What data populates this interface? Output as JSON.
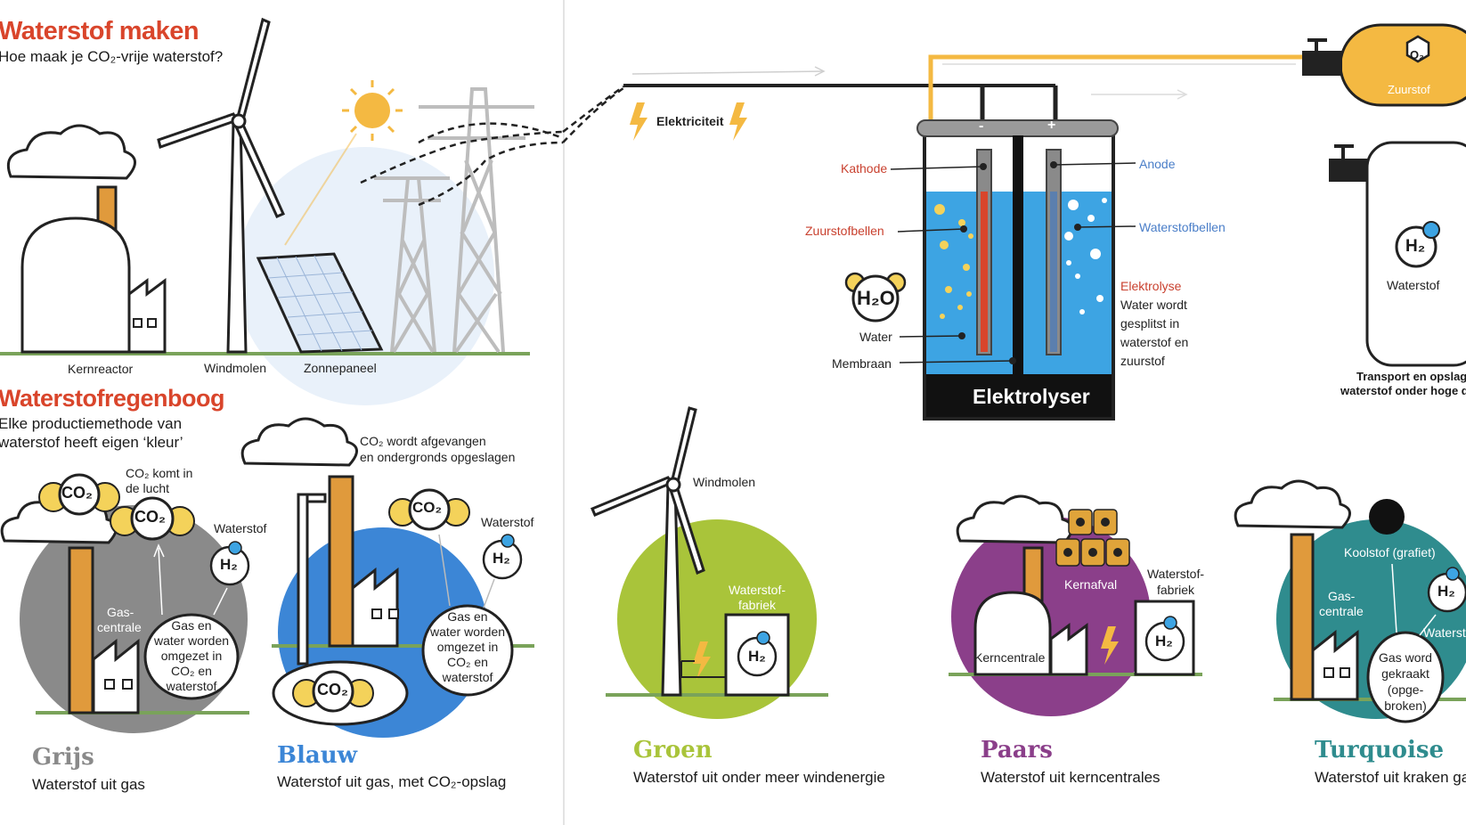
{
  "header": {
    "title": "Waterstof maken",
    "subtitle": "Hoe maak je CO₂-vrije waterstof?"
  },
  "sources": {
    "kernreactor": "Kernreactor",
    "windmolen": "Windmolen",
    "zonnepaneel": "Zonnepaneel"
  },
  "electricity_label": "Elektriciteit",
  "electrolyser": {
    "name": "Elektrolyser",
    "minus": "-",
    "plus": "+",
    "kathode": "Kathode",
    "anode": "Anode",
    "zuurstofbellen": "Zuurstofbellen",
    "waterstofbellen": "Waterstofbellen",
    "water": "Water",
    "membraan": "Membraan",
    "h2o": "H₂O",
    "elektrolyse_title": "Elektrolyse",
    "elektrolyse_text": [
      "Water wordt",
      "gesplitst in",
      "waterstof en",
      "zuurstof"
    ]
  },
  "oxygen_tank": {
    "formula": "O₂",
    "label": "Zuurstof"
  },
  "hydrogen_tank": {
    "formula": "H₂",
    "label": "Waterstof",
    "caption_1": "Transport en opslag",
    "caption_2": "waterstof onder hoge d"
  },
  "rainbow": {
    "title": "Waterstofregenboog",
    "intro_1": "Elke productiemethode van",
    "intro_2": "waterstof heeft eigen ‘kleur’",
    "colors": [
      {
        "name": "Grijs",
        "color": "#8a8a8a",
        "description": "Waterstof uit gas",
        "co2_note_1": "CO₂ komt in",
        "co2_note_2": "de lucht",
        "waterstof": "Waterstof",
        "centrale": [
          "Gas-",
          "centrale"
        ],
        "process": [
          "Gas en",
          "water worden",
          "omgezet in",
          "CO₂ en",
          "waterstof"
        ]
      },
      {
        "name": "Blauw",
        "color": "#3c86d6",
        "description": "Waterstof uit gas, met CO₂-opslag",
        "co2_note_1": "CO₂ wordt afgevangen",
        "co2_note_2": "en ondergronds opgeslagen",
        "waterstof": "Waterstof",
        "process": [
          "Gas en",
          "water worden",
          "omgezet in",
          "CO₂ en",
          "waterstof"
        ]
      },
      {
        "name": "Groen",
        "color": "#a9c43a",
        "description": "Waterstof uit onder meer windenergie",
        "windmolen": "Windmolen",
        "fabriek": [
          "Waterstof-",
          "fabriek"
        ]
      },
      {
        "name": "Paars",
        "color": "#8b3f8a",
        "description": "Waterstof uit kerncentrales",
        "kernafval": "Kernafval",
        "kerncentrale": "Kerncentrale",
        "fabriek": [
          "Waterstof-",
          "fabriek"
        ]
      },
      {
        "name": "Turquoise",
        "color": "#2f8c8e",
        "description": "Waterstof uit kraken ga",
        "koolstof": "Koolstof (grafiet)",
        "centrale": [
          "Gas-",
          "centrale"
        ],
        "waterst": "Waterst",
        "process": [
          "Gas word",
          "gekraakt",
          "(opge-",
          "broken)"
        ]
      }
    ]
  },
  "formulas": {
    "co2": "CO₂",
    "h2": "H₂"
  },
  "colors": {
    "title_red": "#d9452b",
    "water_blue": "#3da4e3",
    "oxygen_yellow": "#f4b942",
    "chimney_orange": "#e09a3c",
    "ground_green": "#7aa35a"
  }
}
